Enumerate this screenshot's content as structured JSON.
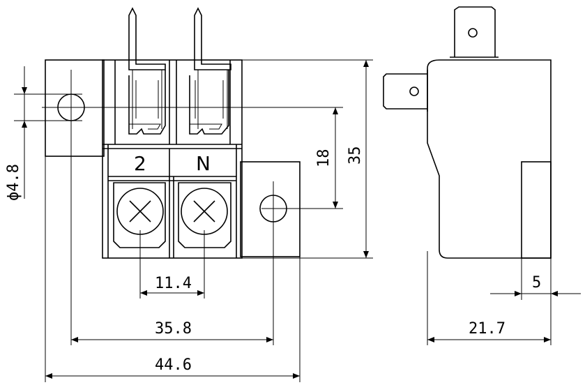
{
  "drawing": {
    "terminal_labels": {
      "left": "2",
      "right": "N"
    },
    "dimensions": {
      "hole_diameter": "ϕ4.8",
      "terminal_pitch": "11.4",
      "hole_spacing": "35.8",
      "overall_width": "44.6",
      "hole_vertical_offset": "18",
      "overall_height": "35",
      "side_depth": "21.7",
      "side_foot": "5"
    }
  }
}
